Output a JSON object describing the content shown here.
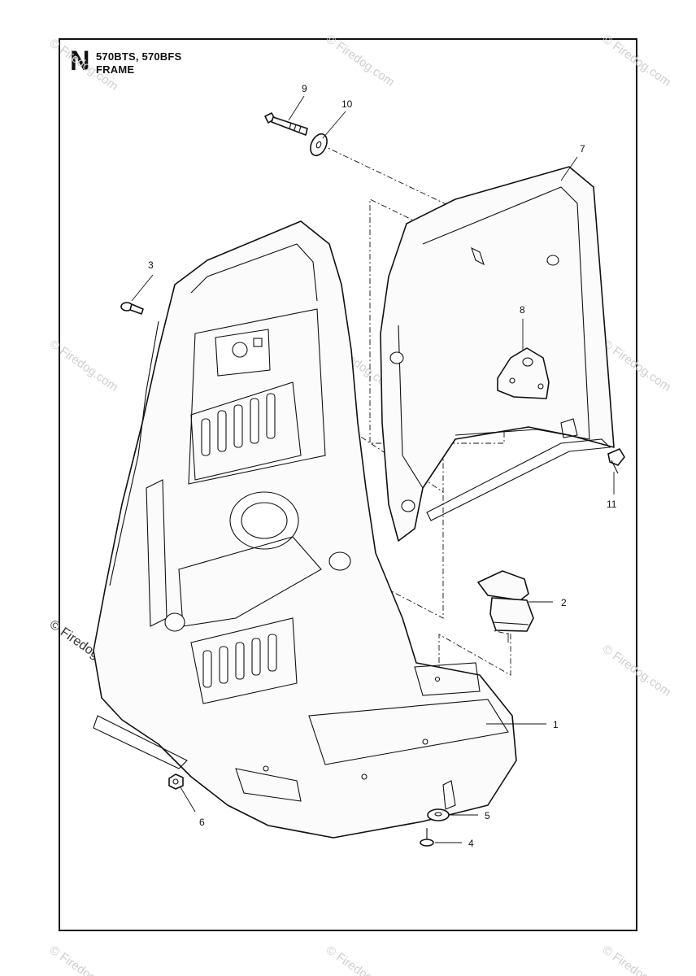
{
  "header": {
    "section_letter": "N",
    "models": "570BTS, 570BFS",
    "title": "FRAME"
  },
  "callouts": [
    {
      "number": "1"
    },
    {
      "number": "2"
    },
    {
      "number": "3"
    },
    {
      "number": "4"
    },
    {
      "number": "5"
    },
    {
      "number": "6"
    },
    {
      "number": "7"
    },
    {
      "number": "8"
    },
    {
      "number": "9"
    },
    {
      "number": "10"
    },
    {
      "number": "11"
    }
  ],
  "watermark": {
    "text": "© Firedog.com"
  }
}
